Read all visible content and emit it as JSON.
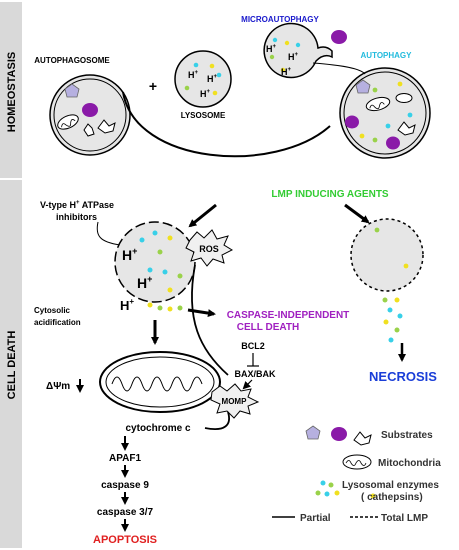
{
  "sections": {
    "homeostasis": "HOMEOSTASIS",
    "cell_death": "CELL DEATH"
  },
  "labels": {
    "autophagosome": "AUTOPHAGOSOME",
    "lysosome": "LYSOSOME",
    "microautophagy": "MICROAUTOPHAGY",
    "autophagy": "AUTOPHAGY",
    "plus": "+",
    "lmp_agents": "LMP INDUCING AGENTS",
    "vtype_line1": "V-type H",
    "vtype_sup": "+",
    "vtype_line1_end": " ATPase",
    "vtype_line2": "inhibitors",
    "ros": "ROS",
    "cytosolic1": "Cytosolic",
    "cytosolic2": "acidification",
    "caspase_indep1": "CASPASE-INDEPENDENT",
    "caspase_indep2": "CELL DEATH",
    "bcl2": "BCL2",
    "bax_bak": "BAX/BAK",
    "momp": "MOMP",
    "delta_psi": "ΔΨm",
    "necrosis": "NECROSIS",
    "cytochrome": "cytochrome c",
    "apaf1": "APAF1",
    "caspase9": "caspase 9",
    "caspase37": "caspase 3/7",
    "apoptosis": "APOPTOSIS",
    "h_plus": "H",
    "sup_plus": "+"
  },
  "legend": {
    "substrates": "Substrates",
    "mitochondria": "Mitochondria",
    "enzymes1": "Lysosomal enzymes",
    "enzymes2": "( cathepsins)",
    "partial": "Partial",
    "total": "Total LMP"
  },
  "colors": {
    "sidebar": "#d9d9d9",
    "membrane_fill": "#e6e6e6",
    "microautophagy": "#1a1acc",
    "autophagy": "#22bbdd",
    "lmp": "#33cc33",
    "caspase_indep": "#a020c0",
    "necrosis": "#1a3ed8",
    "apoptosis": "#e02020",
    "substrate_purple": "#8a1aa8",
    "substrate_lilac": "#b6b0e0",
    "enzyme_cyan": "#38d0e8",
    "enzyme_green": "#9ad24a",
    "enzyme_yellow": "#f0e020"
  }
}
